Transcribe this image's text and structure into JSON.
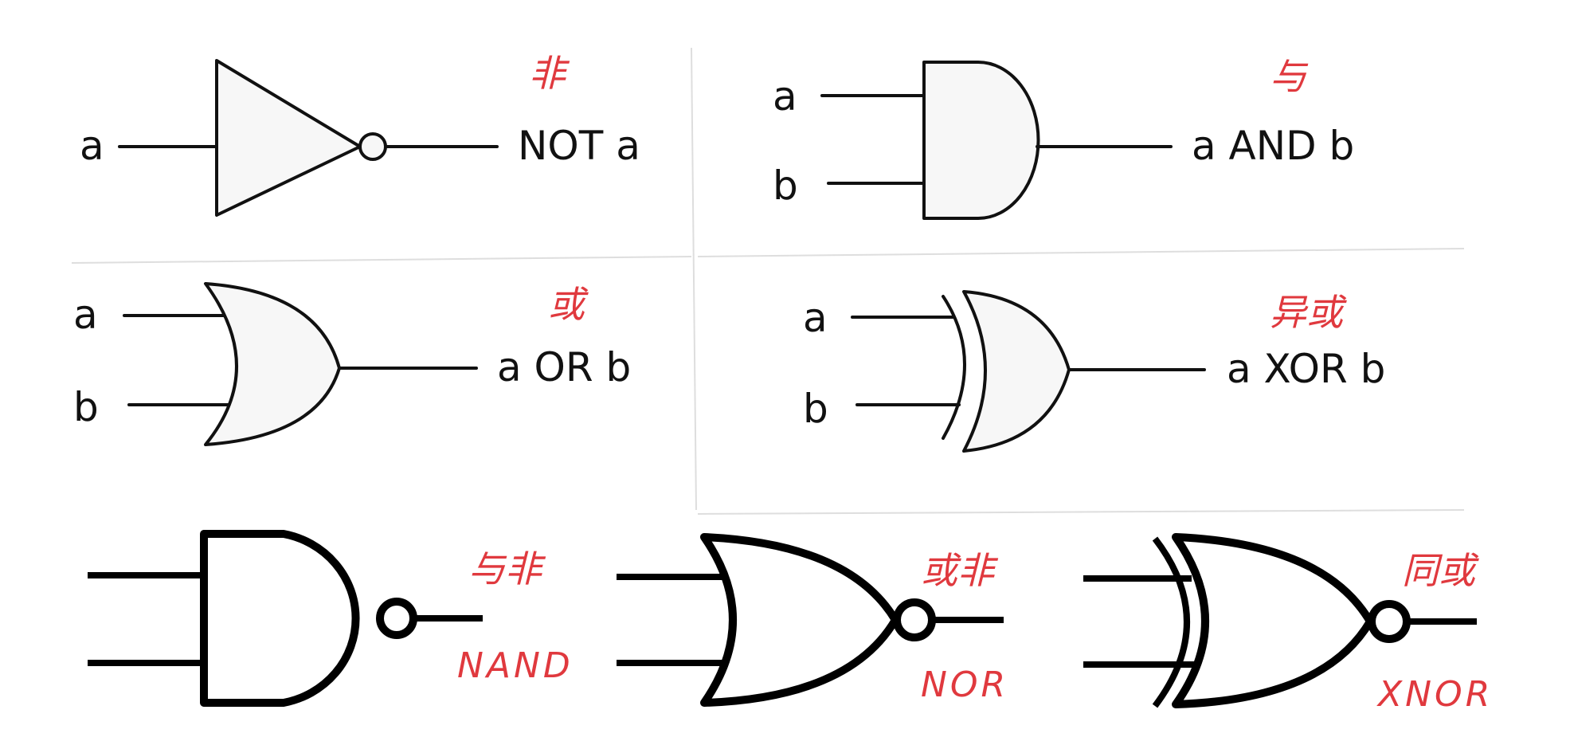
{
  "gates": {
    "not": {
      "input": "a",
      "output": "NOT a",
      "chinese": "非"
    },
    "and": {
      "input_a": "a",
      "input_b": "b",
      "output": "a AND b",
      "chinese": "与"
    },
    "or": {
      "input_a": "a",
      "input_b": "b",
      "output": "a OR b",
      "chinese": "或"
    },
    "xor": {
      "input_a": "a",
      "input_b": "b",
      "output": "a XOR b",
      "chinese": "异或"
    },
    "nand": {
      "chinese": "与非",
      "name": "NAND"
    },
    "nor": {
      "chinese": "或非",
      "name": "NOR"
    },
    "xnor": {
      "chinese": "同或",
      "name": "XNOR"
    }
  },
  "colors": {
    "annotation": "#e0393e",
    "ink": "#111111",
    "divider": "#dedede"
  }
}
